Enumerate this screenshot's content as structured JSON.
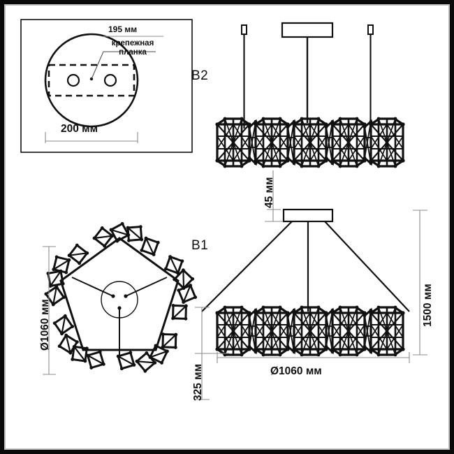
{
  "document": {
    "type": "technical-drawing",
    "subject": "pendant-chandelier-dimension-sheet",
    "units": "мм"
  },
  "mount_detail": {
    "panel_label": "mount-plate-detail",
    "callout_dimension": "195 мм",
    "callout_note_line1": "крепежная",
    "callout_note_line2": "планка",
    "base_dimension": "200 мм",
    "hole_count": 2
  },
  "views": {
    "b2": {
      "label": "B2",
      "description": "front-elevation-short-drop"
    },
    "b1": {
      "label": "B1",
      "description": "front-elevation-full-drop"
    },
    "top": {
      "label": "B1",
      "description": "top-plan-view"
    }
  },
  "dimensions": {
    "canopy_height": "45 мм",
    "total_drop": "1500 мм",
    "body_height": "325 мм",
    "diameter_front": "Ø1060 мм",
    "diameter_top": "Ø1060 мм"
  },
  "colors": {
    "line": "#111111",
    "dimension_line": "#8c8c8c",
    "frame": "#0a0a0a",
    "frame_inner": "#bfbfbf",
    "background": "#ffffff"
  }
}
